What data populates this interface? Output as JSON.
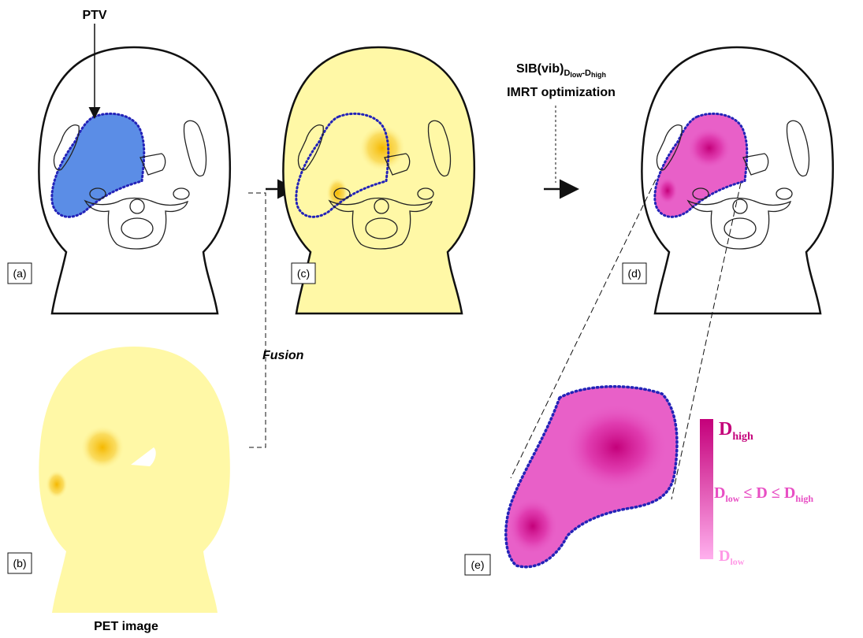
{
  "labels": {
    "ptv": "PTV",
    "panel_a": "(a)",
    "panel_b": "(b)",
    "panel_c": "(c)",
    "panel_d": "(d)",
    "panel_e": "(e)",
    "pet_image": "PET image",
    "fusion": "Fusion",
    "sib_main": "SIB(vib)",
    "sib_sub1": "D",
    "sib_sub1_sub": "low",
    "sib_dash": "-D",
    "sib_sub2_sub": "high",
    "imrt": "IMRT optimization"
  },
  "legend": {
    "d_high_main": "D",
    "d_high_sub": "high",
    "d_mid_1": "D",
    "d_mid_1_sub": "low",
    "d_mid_rel": " ≤ D ≤ ",
    "d_mid_2": "D",
    "d_mid_2_sub": "high",
    "d_low_main": "D",
    "d_low_sub": "low"
  },
  "colors": {
    "ptv_fill": "#5b8de6",
    "pet_fill": "#fff8a6",
    "hotspot": "#f5b800",
    "dose_high": "#c4007a",
    "dose_low": "#ff99e6",
    "contour_dots": "#2323b8"
  }
}
